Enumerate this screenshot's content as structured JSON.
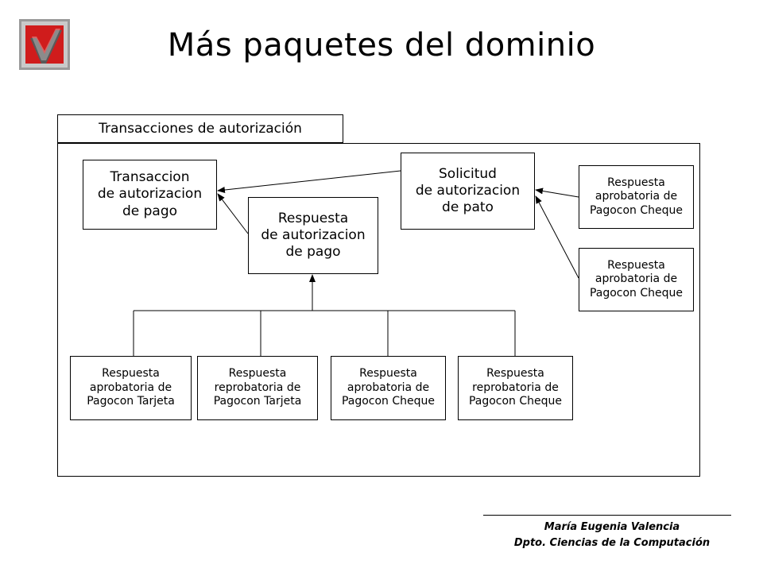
{
  "slide": {
    "title": "Más paquetes del dominio",
    "logo_icon": "red-check-logo-icon",
    "footer_author": "María Eugenia Valencia",
    "footer_department": "Dpto. Ciencias de la Computación"
  },
  "package": {
    "name": "Transacciones de autorización"
  },
  "classes": {
    "transaccion": "Transaccion\nde autorizacion\nde pago",
    "respuesta_pago": "Respuesta\nde autorizacion\nde pago",
    "solicitud": "Solicitud\nde autorizacion\nde pato",
    "resp_cheque_top_1": "Respuesta\naprobatoria de\nPagocon Cheque",
    "resp_cheque_top_2": "Respuesta\naprobatoria de\nPagocon Cheque",
    "bottom": [
      "Respuesta\naprobatoria de\nPagocon Tarjeta",
      "Respuesta\nreprobatoria de\nPagocon Tarjeta",
      "Respuesta\naprobatoria de\nPagocon Cheque",
      "Respuesta\nreprobatoria de\nPagocon Cheque"
    ]
  },
  "colors": {
    "logo_red": "#d01c1c",
    "logo_gray": "#9a9a9a"
  }
}
